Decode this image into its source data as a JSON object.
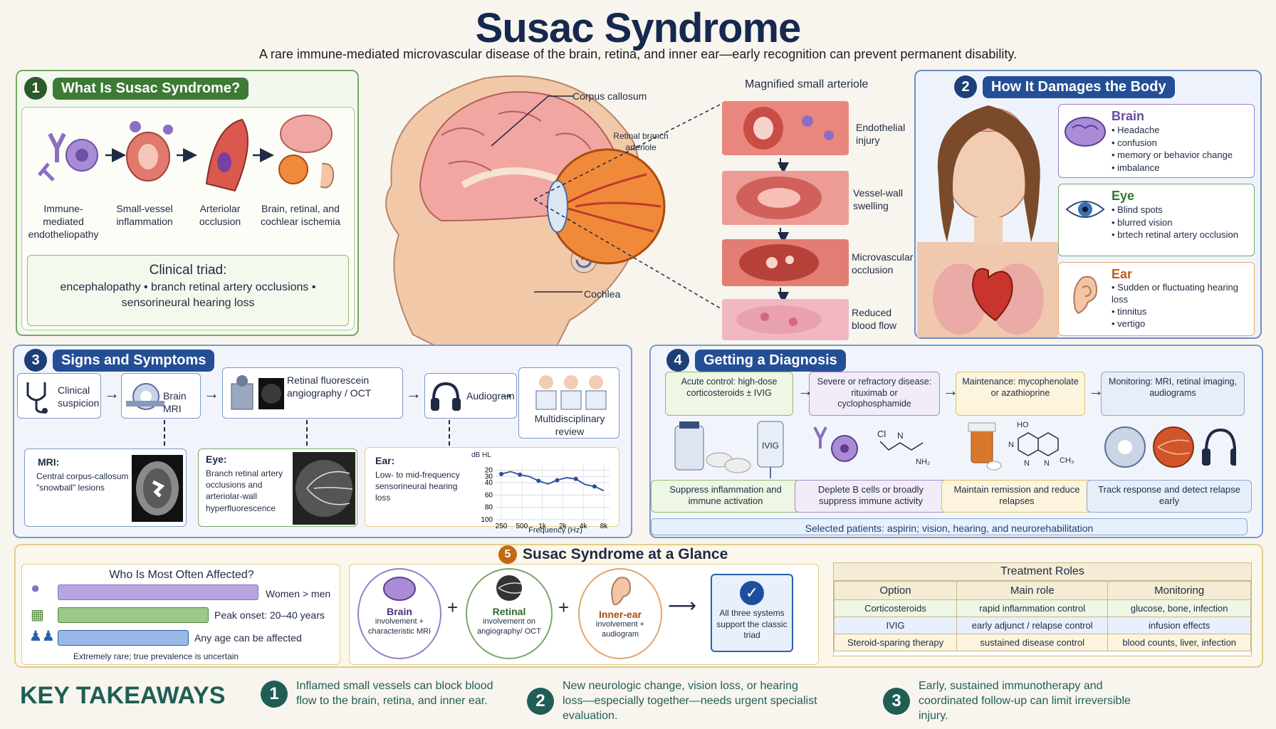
{
  "title": "Susac Syndrome",
  "subtitle": "A rare immune-mediated microvascular disease of the brain, retina, and inner ear—early recognition can prevent permanent disability.",
  "sec1": {
    "num": "1",
    "title": "What Is Susac Syndrome?",
    "steps": [
      "Immune-mediated endotheliopathy",
      "Small-vessel inflammation",
      "Arteriolar occlusion",
      "Brain, retinal, and cochlear ischemia"
    ],
    "triad_title": "Clinical triad:",
    "triad_line1": "encephalopathy • branch retinal artery occlusions •",
    "triad_line2": "sensorineural hearing loss"
  },
  "anatomy": {
    "corpus": "Corpus callosum",
    "retinal": "Retinal branch arteriole",
    "cochlea": "Cochlea",
    "magnified": "Magnified small arteriole",
    "stages": [
      "Endothelial injury",
      "Vessel-wall swelling",
      "Microvascular occlusion",
      "Reduced blood flow"
    ]
  },
  "sec2": {
    "num": "2",
    "title": "How It Damages the Body",
    "organs": [
      {
        "name": "Brain",
        "items": [
          "Headache",
          "confusion",
          "memory or behavior change",
          "imbalance"
        ]
      },
      {
        "name": "Eye",
        "items": [
          "Blind spots",
          "blurred vision",
          "brtech retinal artery occlusion"
        ]
      },
      {
        "name": "Ear",
        "items": [
          "Sudden or fluctuating hearing loss",
          "tinnitus",
          "vertigo"
        ]
      }
    ]
  },
  "sec3": {
    "num": "3",
    "title": "Signs and Symptoms",
    "flow": [
      "Clinical suspicion",
      "Brain MRI",
      "Retinal fluorescein angiography / OCT",
      "Audiogram",
      "Multidisciplinary review"
    ],
    "mri_title": "MRI:",
    "mri_text": "Central corpus-callosum \"snowball\" lesions",
    "eye_title": "Eye:",
    "eye_text": "Branch retinal artery occlusions and arteriolar-wall hyperfluorescence",
    "ear_title": "Ear:",
    "ear_text": "Low- to mid-frequency sensorineural hearing loss"
  },
  "chart_data": {
    "type": "line",
    "title": "",
    "xlabel": "Frequency (Hz)",
    "ylabel": "dB HL",
    "categories": [
      "250",
      "500",
      "1k",
      "2k",
      "4k",
      "8k"
    ],
    "x": [
      "250",
      "",
      "500",
      "",
      "1k",
      "",
      "2k",
      "",
      "4k",
      "",
      "8k",
      ""
    ],
    "values": [
      26,
      22,
      27,
      30,
      37,
      42,
      36,
      32,
      34,
      43,
      46,
      53
    ],
    "yticks": [
      20,
      30,
      40,
      60,
      80,
      100
    ],
    "ylim": [
      10,
      100
    ],
    "grid": true
  },
  "sec4": {
    "num": "4",
    "title": "Getting a Diagnosis",
    "steps": [
      {
        "top": "Acute control: high-dose corticosteroids ± IVIG",
        "bottom": "Suppress inflammation and immune activation",
        "color": "#eef6e4",
        "border": "#8fb87a"
      },
      {
        "top": "Severe or refractory disease: rituximab or cyclophosphamide",
        "bottom": "Deplete B cells or broadly suppress immune activity",
        "color": "#f2ecf8",
        "border": "#a48bc4"
      },
      {
        "top": "Maintenance: mycophenolate or azathioprine",
        "bottom": "Maintain remission and reduce relapses",
        "color": "#fcf4dc",
        "border": "#dcc06a"
      },
      {
        "top": "Monitoring: MRI, retinal imaging, audiograms",
        "bottom": "Track response and detect relapse early",
        "color": "#e6eef9",
        "border": "#88a6d1"
      }
    ],
    "ivig": "IVIG",
    "chem_labels": [
      "Cl",
      "N",
      "NH₂",
      "HO",
      "N",
      "N",
      "N",
      "CH₃"
    ],
    "footer": "Selected patients: aspirin; vision, hearing, and neurorehabilitation"
  },
  "sec5": {
    "num": "5",
    "title": "Susac Syndrome at a Glance",
    "affected_title": "Who Is Most Often Affected?",
    "bars": [
      {
        "label": "Women > men",
        "color": "#b8a5e0"
      },
      {
        "label": "Peak onset: 20–40 years",
        "color": "#9fc78a"
      },
      {
        "label": "Any age can be affected",
        "color": "#9ab8e6"
      }
    ],
    "rare_note": "Extremely rare; true prevalence is uncertain",
    "circles": [
      {
        "title": "Brain",
        "text": "involvement + characteristic MRI",
        "border": "#9a7fc8"
      },
      {
        "title": "Retinal",
        "text": "involvement on angiography/ OCT",
        "border": "#7aa86a"
      },
      {
        "title": "Inner-ear",
        "text": "involvement + audiogram",
        "border": "#e6a46a"
      }
    ],
    "result": "All three systems support the classic triad",
    "table_title": "Treatment Roles",
    "table_headers": [
      "Option",
      "Main role",
      "Monitoring"
    ],
    "table_rows": [
      [
        "Corticosteroids",
        "rapid inflammation control",
        "glucose, bone, infection"
      ],
      [
        "IVIG",
        "early adjunct / relapse control",
        "infusion effects"
      ],
      [
        "Steroid-sparing therapy",
        "sustained disease control",
        "blood counts, liver, infection"
      ]
    ]
  },
  "takeaways": {
    "title": "KEY TAKEAWAYS",
    "items": [
      {
        "num": "1",
        "text": "Inflamed small vessels can block blood flow to the brain, retina, and inner ear."
      },
      {
        "num": "2",
        "text": "New neurologic change, vision loss, or hearing loss—especially together—needs urgent specialist evaluation."
      },
      {
        "num": "3",
        "text": "Early, sustained immunotherapy and coordinated follow-up can limit irreversible injury."
      }
    ]
  }
}
